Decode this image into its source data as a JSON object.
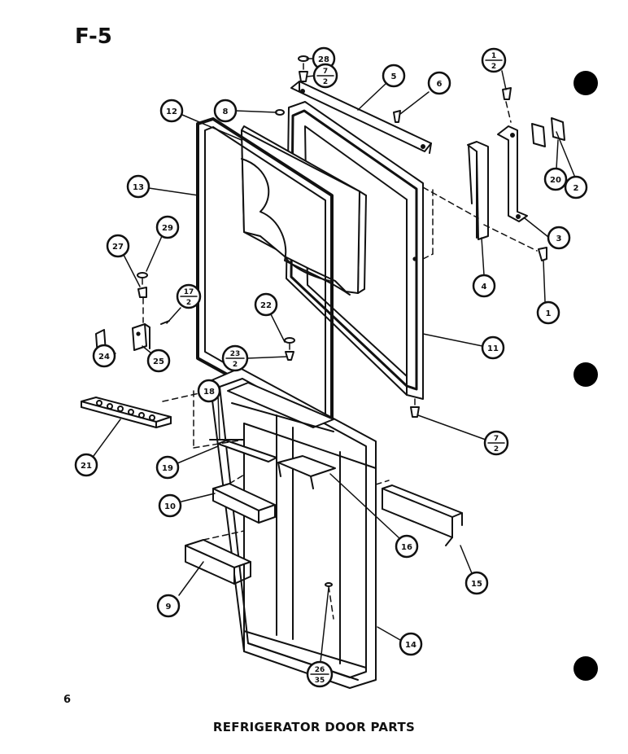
{
  "sheet": {
    "id": "F-5",
    "page_number": "6",
    "caption": "REFRIGERATOR DOOR PARTS"
  },
  "callouts": {
    "c1": "1",
    "c2": "2",
    "c3": "3",
    "c4": "4",
    "c5": "5",
    "c6": "6",
    "c8": "8",
    "c9": "9",
    "c10": "10",
    "c11": "11",
    "c12": "12",
    "c13": "13",
    "c14": "14",
    "c15": "15",
    "c16": "16",
    "c18": "18",
    "c19": "19",
    "c20": "20",
    "c21": "21",
    "c22": "22",
    "c24": "24",
    "c25": "25",
    "c27": "27",
    "c28": "28",
    "c29": "29"
  },
  "fraction_callouts": {
    "f1_2": {
      "num": "1",
      "den": "2"
    },
    "f7_2a": {
      "num": "7",
      "den": "2"
    },
    "f7_2b": {
      "num": "7",
      "den": "2"
    },
    "f17_2": {
      "num": "17",
      "den": "2"
    },
    "f23_2": {
      "num": "23",
      "den": "2"
    },
    "f26_35": {
      "num": "26",
      "den": "35"
    }
  },
  "colors": {
    "ink": "#111111",
    "paper": "#ffffff"
  }
}
